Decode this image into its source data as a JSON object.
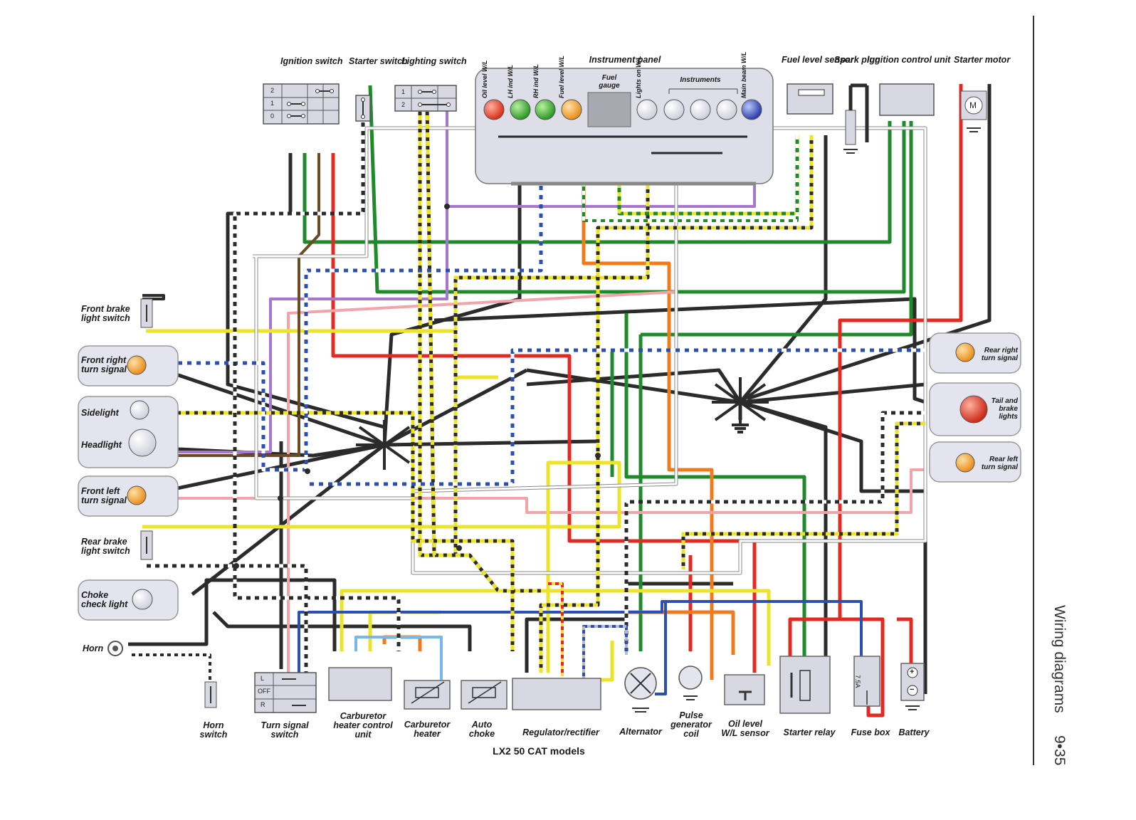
{
  "diagram": {
    "title": "LX2 50 CAT models",
    "section": "Wiring diagrams",
    "page_number": "9•35"
  },
  "components": {
    "ignition_switch": "Ignition switch",
    "starter_switch": "Starter switch",
    "lighting_switch": "Lighting switch",
    "instrument_panel": "Instrument panel",
    "fuel_level_sensor": "Fuel level sensor",
    "spark_plug": "Spark plug",
    "ignition_control_unit": "Ignition control unit",
    "starter_motor": "Starter motor",
    "front_brake_light_switch": "Front brake light switch",
    "front_right_turn_signal": "Front right turn signal",
    "sidelight": "Sidelight",
    "headlight": "Headlight",
    "front_left_turn_signal": "Front left turn signal",
    "rear_brake_light_switch": "Rear brake light switch",
    "choke_check_light": "Choke check light",
    "horn": "Horn",
    "horn_switch": "Horn switch",
    "turn_signal_switch": "Turn signal switch",
    "carburetor_heater_control_unit": "Carburetor heater control unit",
    "carburetor_heater": "Carburetor heater",
    "auto_choke": "Auto choke",
    "regulator_rectifier": "Regulator/rectifier",
    "alternator": "Alternator",
    "pulse_generator_coil": "Pulse generator coil",
    "oil_level_wl_sensor": "Oil level W/L sensor",
    "starter_relay": "Starter relay",
    "fuse_box": "Fuse box",
    "battery": "Battery",
    "rear_right_turn_signal": "Rear right turn signal",
    "tail_and_brake_lights": "Tail and brake lights",
    "rear_left_turn_signal": "Rear left turn signal"
  },
  "instrument_panel_items": {
    "oil_level_wl": "Oil level W/L",
    "lh_ind_wl": "LH ind W/L",
    "rh_ind_wl": "RH ind W/L",
    "fuel_level_wl": "Fuel level W/L",
    "fuel_gauge": "Fuel gauge",
    "lights_on_wl": "Lights on W/L",
    "instruments": "Instruments",
    "main_beam_wl": "Main beam W/L"
  },
  "switch_positions": {
    "ignition": [
      "2",
      "1",
      "0"
    ],
    "lighting": [
      "1",
      "2"
    ],
    "turn_signal": [
      "L",
      "OFF",
      "R"
    ]
  },
  "fuse_rating": "7.5A",
  "motor_symbol": "M",
  "battery_symbols": [
    "+",
    "−"
  ],
  "colors": {
    "black": "#2b2b2b",
    "green": "#1f8a2a",
    "red": "#e22a22",
    "yellow": "#ece42a",
    "blue": "#2b4fb5",
    "purple": "#a876cc",
    "orange": "#ef7b1c",
    "pink": "#f3a3aa",
    "brown": "#6b4b24",
    "light_blue": "#75b9ea",
    "white": "#ffffff",
    "grey": "#9a9a9a",
    "component_fill": "#d8d8e2"
  }
}
